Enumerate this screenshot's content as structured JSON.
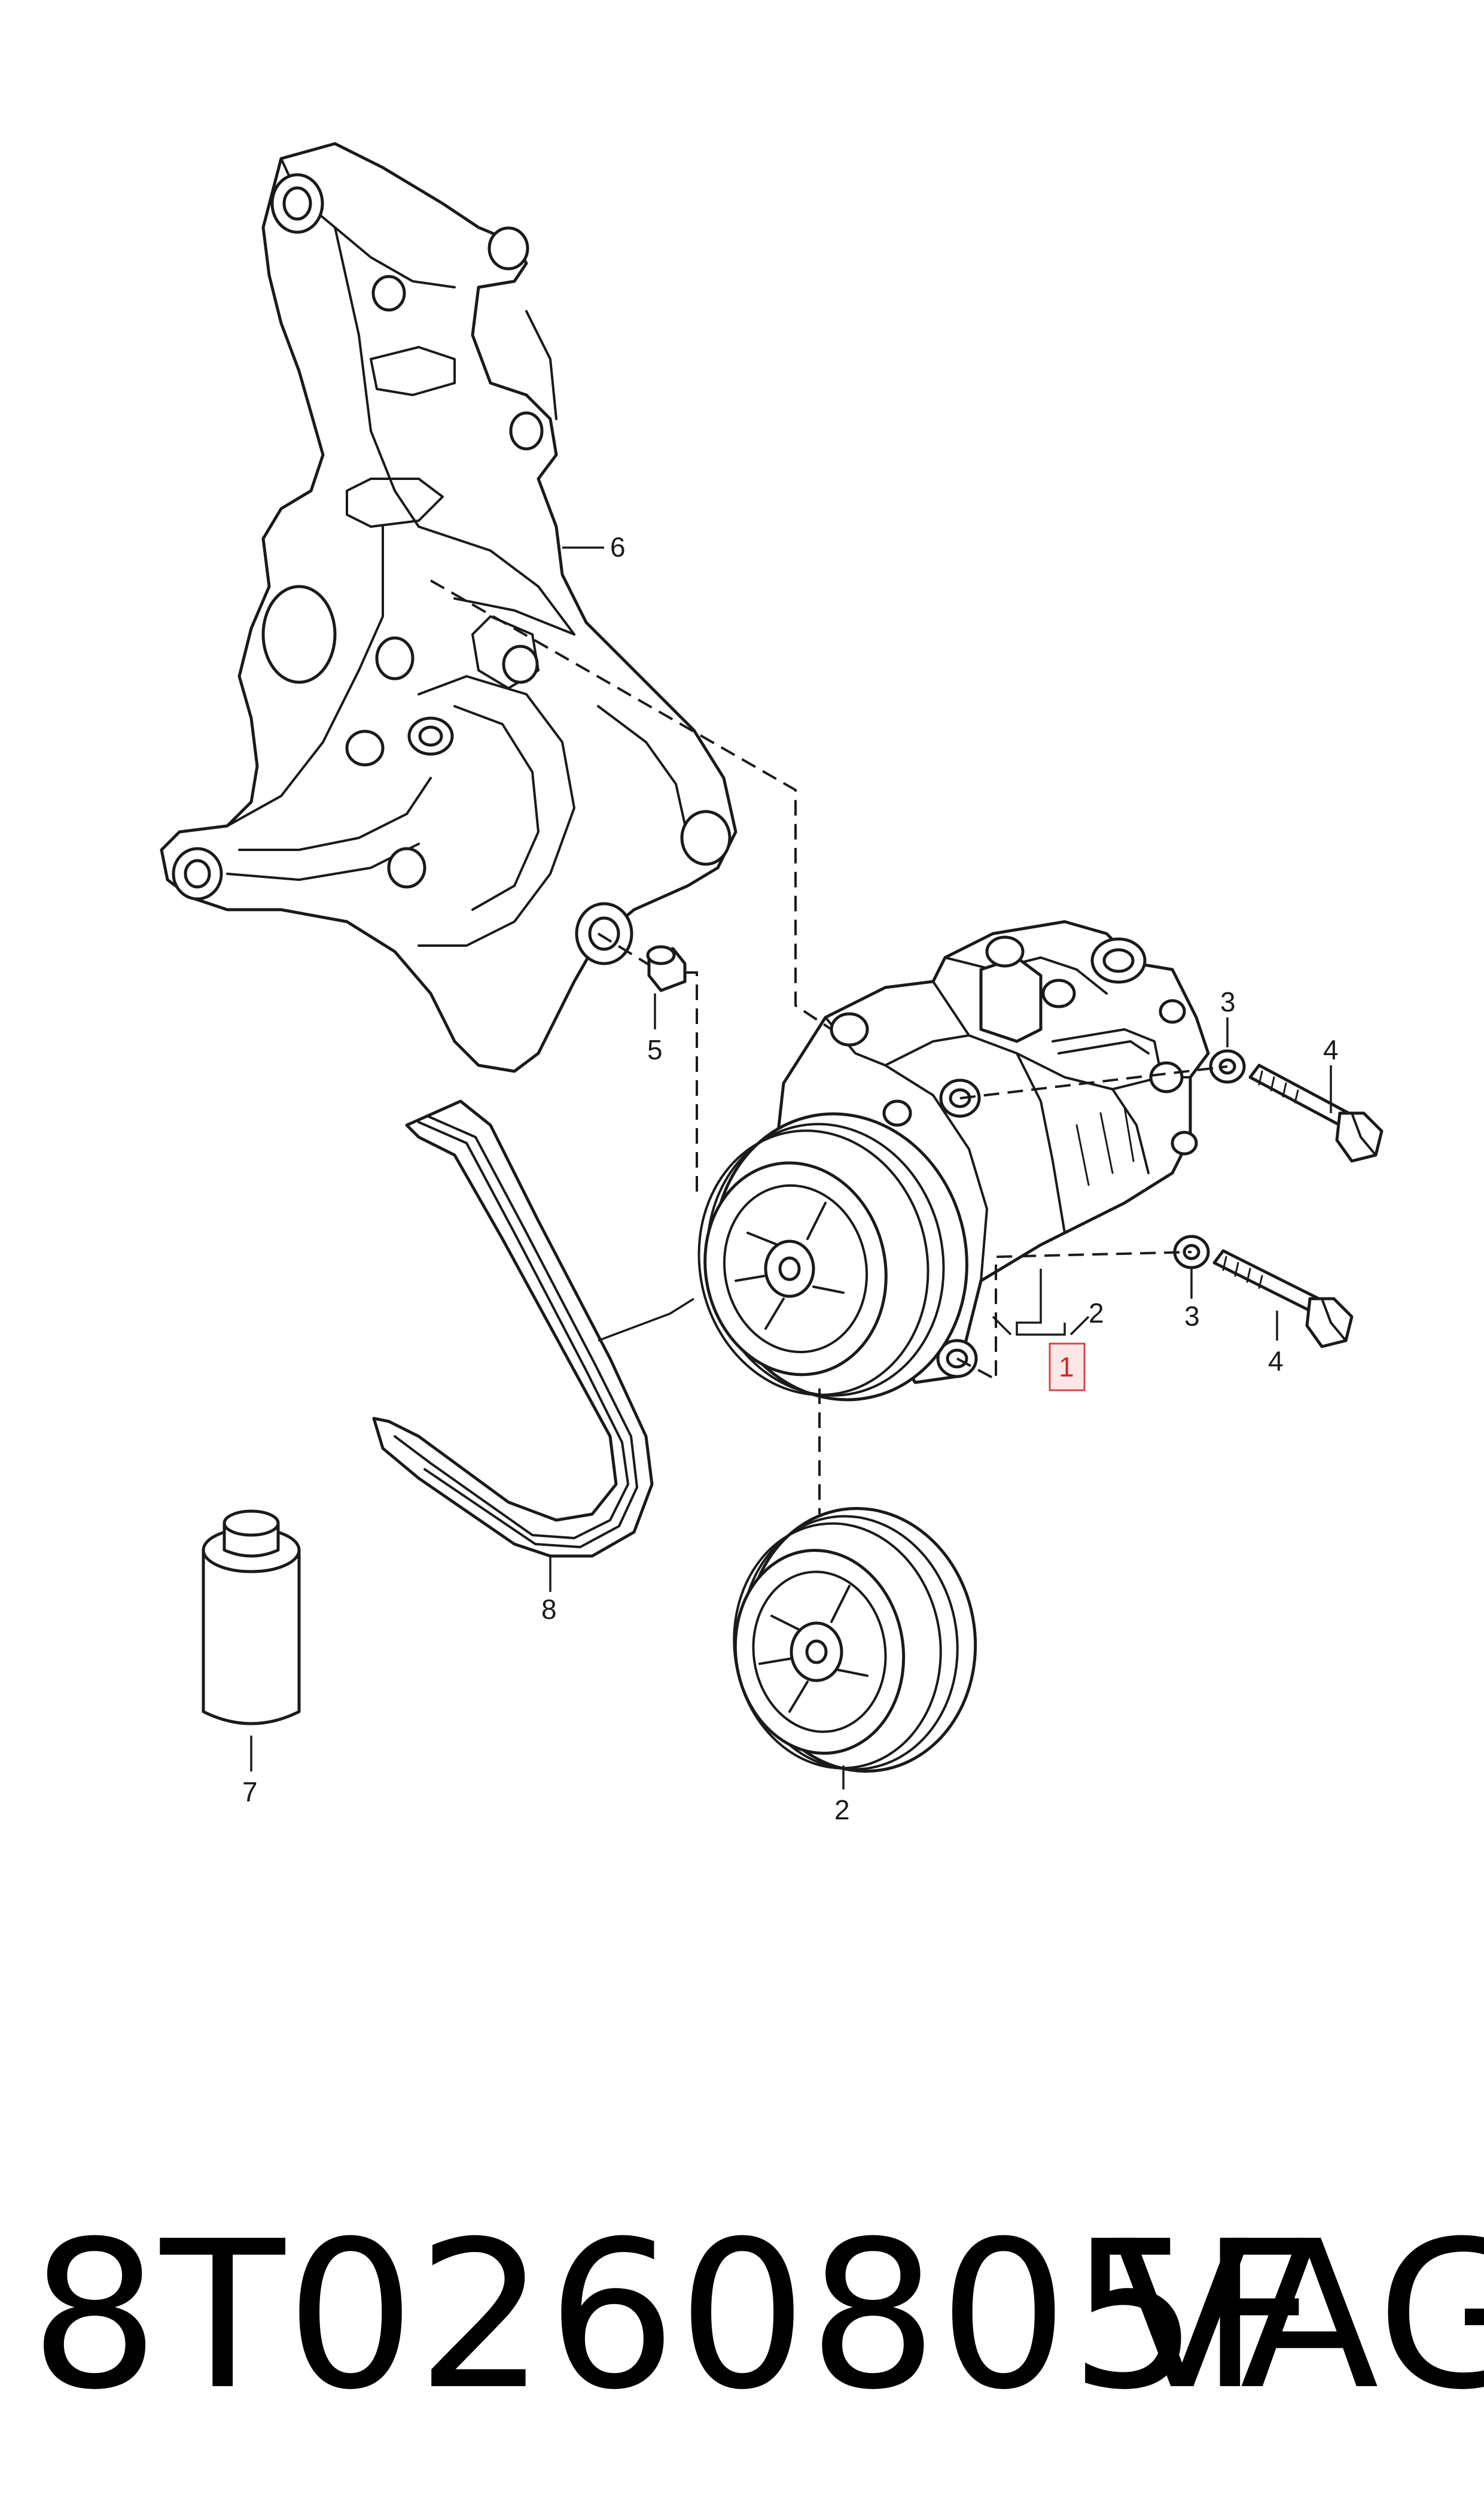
{
  "callouts": {
    "c1": "1",
    "c2_top": "2",
    "c2_bottom": "2",
    "c3_top": "3",
    "c3_bottom": "3",
    "c4_top": "4",
    "c4_bottom": "4",
    "c5": "5",
    "c6": "6",
    "c7": "7",
    "c8": "8"
  },
  "caption": {
    "part_number": "8T0260805F",
    "brand": "VAG"
  },
  "colors": {
    "highlight_border": "#d24a4a",
    "highlight_fill": "#fbe7e7",
    "line": "#1a1a1a"
  }
}
